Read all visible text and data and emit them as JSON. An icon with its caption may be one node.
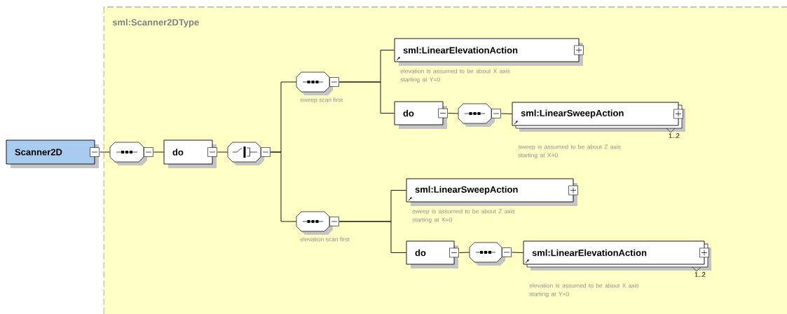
{
  "diagram": {
    "nodes": [
      {
        "text": [
          "sml:Scanner2DType"
        ]
      },
      {
        "text": [
          "Scanner2D"
        ]
      },
      {
        "text": [],
        "shape": "octagon",
        "in": 0
      },
      {
        "text": [
          "do"
        ],
        "in": 0
      },
      {
        "text": [],
        "shape": "octagon",
        "in": 0
      },
      {
        "text": [],
        "shape": "octagon",
        "in": 0,
        "beside": [
          "sweep scan first"
        ]
      },
      {
        "text": [
          "sml:LinearElevationAction"
        ],
        "in": 0,
        "beside": [
          "elevation is assumed to be about X axis starting at Y=0"
        ]
      },
      {
        "text": [
          "do"
        ],
        "in": 0
      },
      {
        "text": [],
        "shape": "octagon",
        "in": 0
      },
      {
        "text": [
          "sml:LinearSweepAction"
        ],
        "in": 0,
        "beside": [
          "1..2",
          "sweep is assumed to be about Z axis starting at X=0"
        ]
      },
      {
        "text": [],
        "shape": "octagon",
        "in": 0,
        "beside": [
          "elevation scan first"
        ]
      },
      {
        "text": [
          "sml:LinearSweepAction"
        ],
        "in": 0,
        "beside": [
          "sweep is assumed to be about Z axis starting at X=0"
        ]
      },
      {
        "text": [
          "do"
        ],
        "in": 0
      },
      {
        "text": [],
        "shape": "octagon",
        "in": 0
      },
      {
        "text": [
          "sml:LinearElevationAction"
        ],
        "in": 0,
        "beside": [
          "1..2",
          "elevation is assumed to be about X axis starting at Y=0"
        ]
      }
    ],
    "edges": [
      {
        "from": 1,
        "to": 2,
        "arrow": "none"
      },
      {
        "from": 2,
        "to": 3,
        "arrow": "none"
      },
      {
        "from": 3,
        "to": 4,
        "arrow": "none"
      },
      {
        "from": 4,
        "to": 5,
        "arrow": "none"
      },
      {
        "from": 4,
        "to": 10,
        "arrow": "none"
      },
      {
        "from": 5,
        "to": 6,
        "arrow": "none"
      },
      {
        "from": 5,
        "to": 7,
        "arrow": "none"
      },
      {
        "from": 7,
        "to": 8,
        "arrow": "none"
      },
      {
        "from": 8,
        "to": 9,
        "arrow": "none"
      },
      {
        "from": 10,
        "to": 11,
        "arrow": "none"
      },
      {
        "from": 10,
        "to": 12,
        "arrow": "none"
      },
      {
        "from": 12,
        "to": 13,
        "arrow": "none"
      },
      {
        "from": 13,
        "to": 14,
        "arrow": "none"
      }
    ]
  }
}
